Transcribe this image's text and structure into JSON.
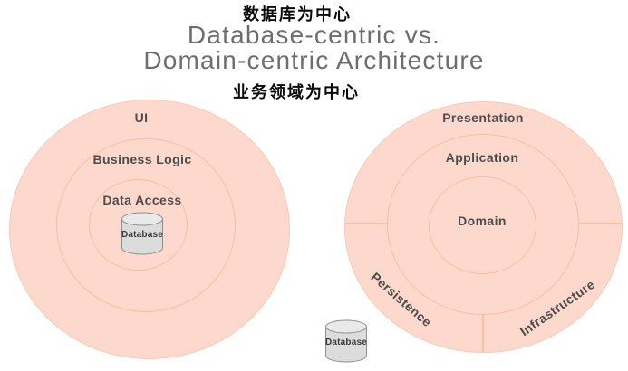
{
  "header": {
    "annotation_top": "数据库为中心",
    "title_line1": "Database-centric vs.",
    "title_line2": "Domain-centric Architecture",
    "annotation_bottom": "业务领域为中心"
  },
  "left_diagram": {
    "ring_labels": [
      "UI",
      "Business Logic",
      "Data Access"
    ],
    "database_label": "Database"
  },
  "right_diagram": {
    "ring_labels": [
      "Presentation",
      "Application"
    ],
    "center_label": "Domain",
    "segment_labels": [
      "Persistence",
      "Infrastructure"
    ],
    "database_label": "Database"
  },
  "colors": {
    "background": "#ffffff",
    "circle_fill": "#fcd9cc",
    "circle_stroke": "#f5c0a4",
    "label_text": "#4d4d4d",
    "title_text": "#6e6e6e",
    "annotation_text": "#0a0a0a",
    "cylinder_fill": "#dcdcdc",
    "cylinder_top_fill": "#e9e9e9",
    "cylinder_stroke": "#8f8f8f",
    "cylinder_text": "#3c3c3c"
  }
}
